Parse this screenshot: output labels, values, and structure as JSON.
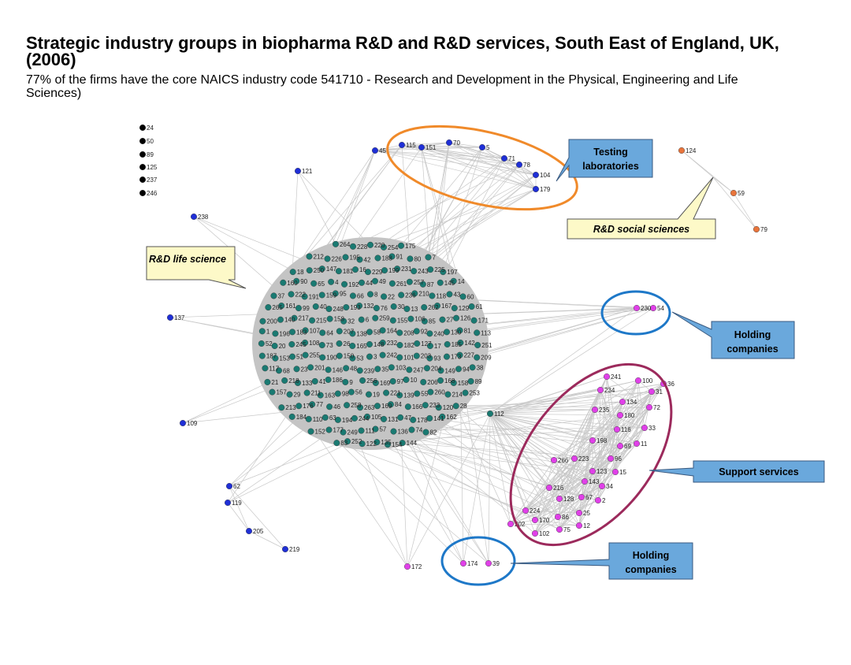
{
  "title": "Strategic industry groups in biopharma R&D and R&D services, South East of England, UK, (2006)",
  "subtitle": "77% of the firms have the core NAICS industry code 541710 - Research and Development in the Physical, Engineering and Life Sciences)",
  "callouts": {
    "testing": [
      "Testing",
      "laboratories"
    ],
    "social": "R&D social sciences",
    "life": "R&D life science",
    "holding_top": [
      "Holding",
      "companies"
    ],
    "support": "Support services",
    "holding_bottom": [
      "Holding",
      "companies"
    ]
  },
  "colors": {
    "isolated": "#000000",
    "testing_nodes": "#1f2fd6",
    "social_nodes": "#e8743b",
    "life_nodes": "#1a7a72",
    "service_nodes": "#e040e8",
    "edge": "#c8c8c8",
    "callout_blue": "#6aa8dc",
    "callout_yellow": "#fdf9c8",
    "ellipse_orange": "#f08a2a",
    "ellipse_blue": "#1e78c8",
    "ellipse_purple": "#9c2a5c"
  },
  "nodes": {
    "isolated": [
      "24",
      "50",
      "89",
      "125",
      "237",
      "246"
    ],
    "blue": [
      "45",
      "115",
      "151",
      "70",
      "5",
      "71",
      "78",
      "104",
      "179",
      "121",
      "238",
      "137",
      "109",
      "62",
      "119",
      "205",
      "219"
    ],
    "orange": [
      "124",
      "59",
      "79"
    ],
    "magenta": [
      "230",
      "54",
      "172",
      "174",
      "39",
      "241",
      "100",
      "36",
      "234",
      "31",
      "134",
      "72",
      "235",
      "180",
      "116",
      "33",
      "198",
      "69",
      "11",
      "266",
      "223",
      "96",
      "123",
      "15",
      "143",
      "34",
      "216",
      "128",
      "67",
      "2",
      "224",
      "170",
      "86",
      "25",
      "202",
      "102",
      "75",
      "12"
    ],
    "cluster": [
      "264",
      "228",
      "220",
      "254",
      "175",
      "212",
      "226",
      "195",
      "42",
      "188",
      "91",
      "80",
      "7",
      "18",
      "250",
      "147",
      "181",
      "16",
      "229",
      "199",
      "231",
      "243",
      "225",
      "197",
      "160",
      "90",
      "65",
      "4",
      "192",
      "44",
      "49",
      "261",
      "257",
      "87",
      "145",
      "14",
      "37",
      "222",
      "191",
      "159",
      "95",
      "66",
      "8",
      "22",
      "236",
      "210",
      "118",
      "43",
      "60",
      "265",
      "161",
      "99",
      "40",
      "248",
      "193",
      "132",
      "76",
      "30",
      "13",
      "262",
      "167",
      "129",
      "61",
      "200",
      "140",
      "217",
      "215",
      "158",
      "32",
      "6",
      "259",
      "155",
      "106",
      "85",
      "27",
      "126",
      "171",
      "1",
      "196",
      "183",
      "107",
      "64",
      "207",
      "138",
      "58",
      "164",
      "208",
      "92",
      "240",
      "130",
      "81",
      "113",
      "52",
      "20",
      "245",
      "108",
      "73",
      "26",
      "165",
      "148",
      "232",
      "182",
      "127",
      "17",
      "185",
      "142",
      "251",
      "187",
      "153",
      "51",
      "255",
      "190",
      "150",
      "53",
      "3",
      "242",
      "101",
      "203",
      "93",
      "173",
      "227",
      "209",
      "117",
      "68",
      "23",
      "201",
      "146",
      "48",
      "239",
      "35",
      "103",
      "247",
      "204",
      "149",
      "94",
      "38",
      "21",
      "218",
      "133",
      "41",
      "186",
      "9",
      "256",
      "169",
      "97",
      "10",
      "206",
      "168",
      "158b",
      "89b",
      "157",
      "29",
      "211",
      "163",
      "98",
      "56",
      "19",
      "221",
      "139",
      "55",
      "260",
      "214",
      "253",
      "213",
      "176",
      "77",
      "46",
      "258",
      "263",
      "169b",
      "84",
      "166",
      "233",
      "120",
      "28",
      "184",
      "110",
      "63",
      "194",
      "244",
      "105",
      "131",
      "47",
      "178",
      "141",
      "162",
      "152",
      "177",
      "249",
      "111",
      "57",
      "136",
      "74",
      "82",
      "83",
      "252",
      "122",
      "135",
      "154",
      "144"
    ],
    "hub": "112"
  }
}
